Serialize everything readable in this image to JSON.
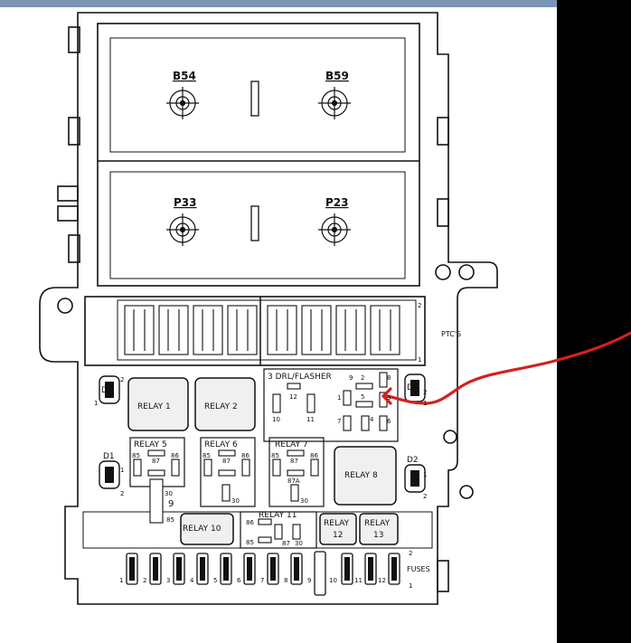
{
  "connectors": {
    "b54": "B54",
    "b59": "B59",
    "p33": "P33",
    "p23": "P23"
  },
  "labels": {
    "ptcs": "PTC'S",
    "fuses": "FUSES",
    "drl_flasher": "3 DRL/FLASHER"
  },
  "relays": {
    "r1": "RELAY 1",
    "r2": "RELAY 2",
    "r5": "RELAY 5",
    "r6": "RELAY 6",
    "r7": "RELAY 7",
    "r8": "RELAY 8",
    "r10": "RELAY 10",
    "r11": "RELAY 11",
    "r12_l1": "RELAY",
    "r12_l2": "12",
    "r13_l1": "RELAY",
    "r13_l2": "13"
  },
  "diodes": {
    "d1": "D1",
    "d2": "D2",
    "d3": "D3",
    "d4": "D4"
  },
  "pins": {
    "p1": "1",
    "p2": "2",
    "p3": "3",
    "p4": "4",
    "p5": "5",
    "p6": "6",
    "p7": "7",
    "p8": "8",
    "p9": "9",
    "p10": "10",
    "p11": "11",
    "p12": "12",
    "p30": "30",
    "p85": "85",
    "p86": "86",
    "p87": "87",
    "p87a": "87A"
  },
  "fuse_numbers": [
    "1",
    "2",
    "3",
    "4",
    "5",
    "6",
    "7",
    "8",
    "9",
    "10",
    "11",
    "12"
  ],
  "colors": {
    "annotation_arrow": "#d42020",
    "title_bar": "#7a95b5",
    "side_panel": "#000000"
  }
}
